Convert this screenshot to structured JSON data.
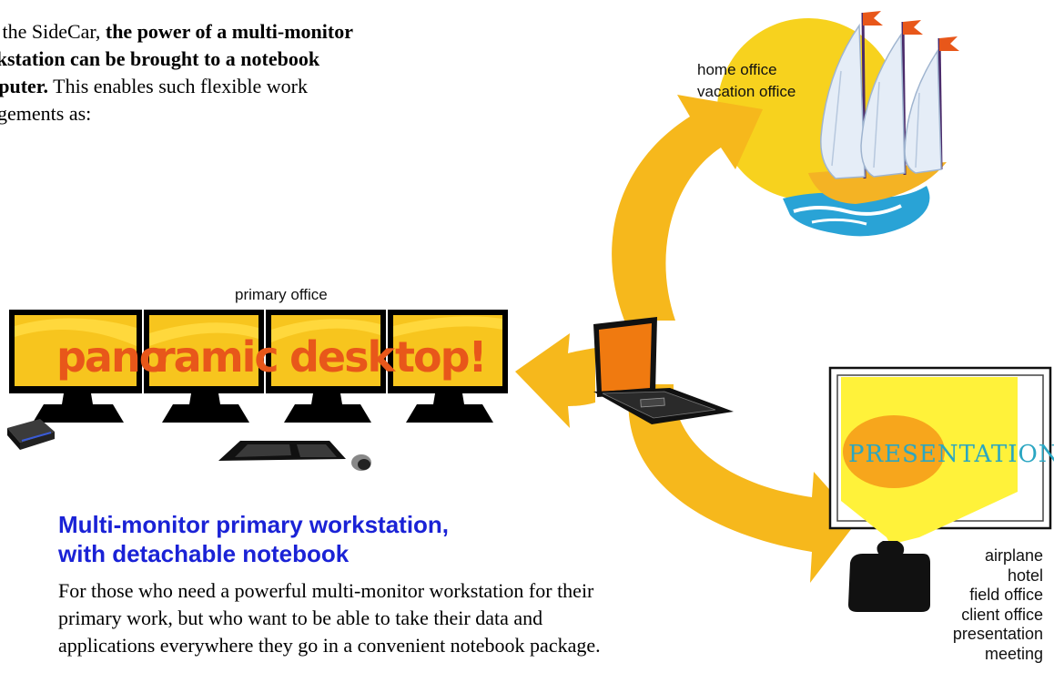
{
  "intro": {
    "part1": "h the SideCar, ",
    "bold1": "the power of a multi-monitor",
    "bold2": "rkstation can be brought to a notebook",
    "bold3": "nputer.",
    "part2": " This enables such flexible work",
    "part3": "ngements as:"
  },
  "labels": {
    "home_office": "home office",
    "vacation_office": "vacation office",
    "primary_office": "primary office"
  },
  "monitors": [
    {
      "text": "pano"
    },
    {
      "text": "ramic"
    },
    {
      "text": "desk"
    },
    {
      "text": "top!"
    }
  ],
  "presentation_screen": {
    "text": "PRESENTATIONS"
  },
  "heading": {
    "line1": "Multi-monitor primary workstation,",
    "line2": "with detachable notebook"
  },
  "description": {
    "line1": "For those who need a powerful multi-monitor workstation for their",
    "line2": "primary work, but who want to be able to take their data and",
    "line3": "applications everywhere they go in a convenient notebook package."
  },
  "travel_locations": [
    "airplane",
    "hotel",
    "field office",
    "client office",
    "presentation",
    "meeting"
  ],
  "colors": {
    "arrow": "#f6b81c",
    "arrow_dark": "#f0a810",
    "monitor_screen": "#f7c51e",
    "monitor_text": "#e8571a",
    "heading_blue": "#1a22d6",
    "sun": "#f7d21e",
    "sea": "#29a3d6",
    "laptop_screen": "#f07a10",
    "presentation_bg": "#fff23a",
    "presentation_oval": "#f7a61c",
    "presentation_text": "#2aa6c2"
  },
  "icons": [
    "sailboat-icon",
    "laptop-icon",
    "projector-icon",
    "mouse-icon",
    "keyboard-icon",
    "dock-icon"
  ]
}
